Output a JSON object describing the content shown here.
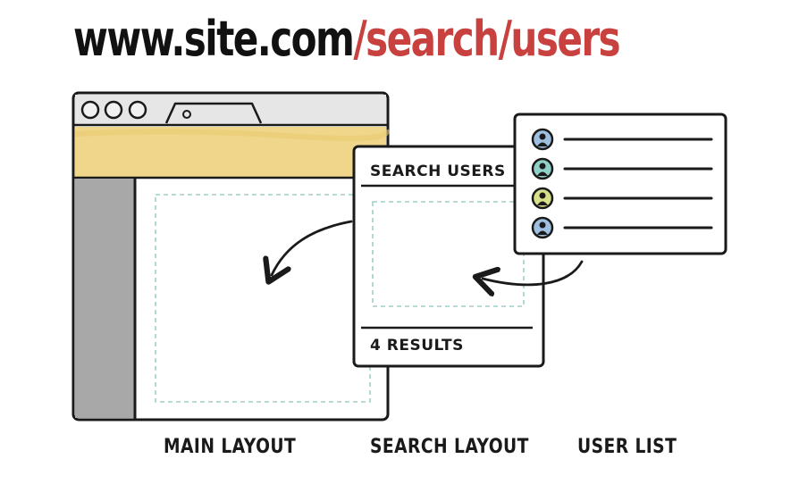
{
  "url": {
    "base": "www.site.com",
    "path": "/search/users"
  },
  "search_layout": {
    "header": "SEARCH USERS",
    "footer": "4 RESULTS"
  },
  "user_list": {
    "items": [
      {
        "avatar_color": "#9fbfe0"
      },
      {
        "avatar_color": "#8fd0c8"
      },
      {
        "avatar_color": "#d8e08a"
      },
      {
        "avatar_color": "#9fbfe0"
      }
    ]
  },
  "captions": {
    "main": "MAIN LAYOUT",
    "search": "SEARCH LAYOUT",
    "users": "USER LIST"
  },
  "colors": {
    "url_path": "#c8413f",
    "toolbar": "#efd68a",
    "sidebar": "#a8a8a8",
    "dashed_region": "#9fcfc6"
  }
}
